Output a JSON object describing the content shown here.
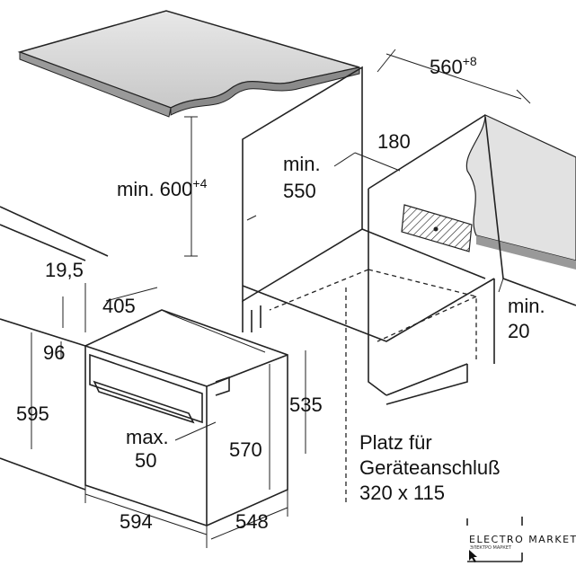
{
  "dimensions": {
    "niche_depth": {
      "value": "560",
      "tolerance": "+8"
    },
    "niche_height": {
      "prefix": "min. 600",
      "tolerance": "+4"
    },
    "min_550": {
      "line1": "min.",
      "line2": "550"
    },
    "vent_180": "180",
    "min_20": {
      "line1": "min.",
      "line2": "20"
    },
    "d_19_5": "19,5",
    "d_405": "405",
    "d_96": "96",
    "d_595": "595",
    "d_535": "535",
    "max_50": {
      "line1": "max.",
      "line2": "50"
    },
    "d_570": "570",
    "d_594": "594",
    "d_548": "548"
  },
  "connection_note": {
    "line1": "Platz für",
    "line2": "Geräteanschluß",
    "line3": "320 x 115"
  },
  "logo": {
    "text": "ELECTRO MARKET",
    "subtext": "ЭЛЕКТРО МАРКЕТ"
  },
  "colors": {
    "countertop": "#d4d4d4",
    "wall": "#e2e2e2",
    "line": "#222222"
  }
}
